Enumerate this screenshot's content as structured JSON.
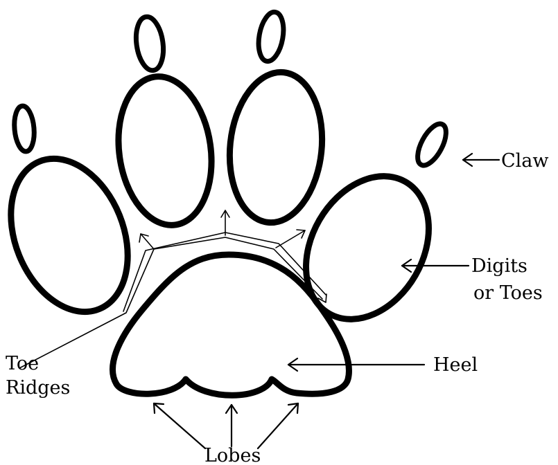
{
  "labels": {
    "claw": "Claw",
    "digits_line1": "Digits",
    "digits_line2": "or Toes",
    "heel": "Heel",
    "toe_ridges_line1": "Toe",
    "toe_ridges_line2": "Ridges",
    "lobes": "Lobes"
  }
}
